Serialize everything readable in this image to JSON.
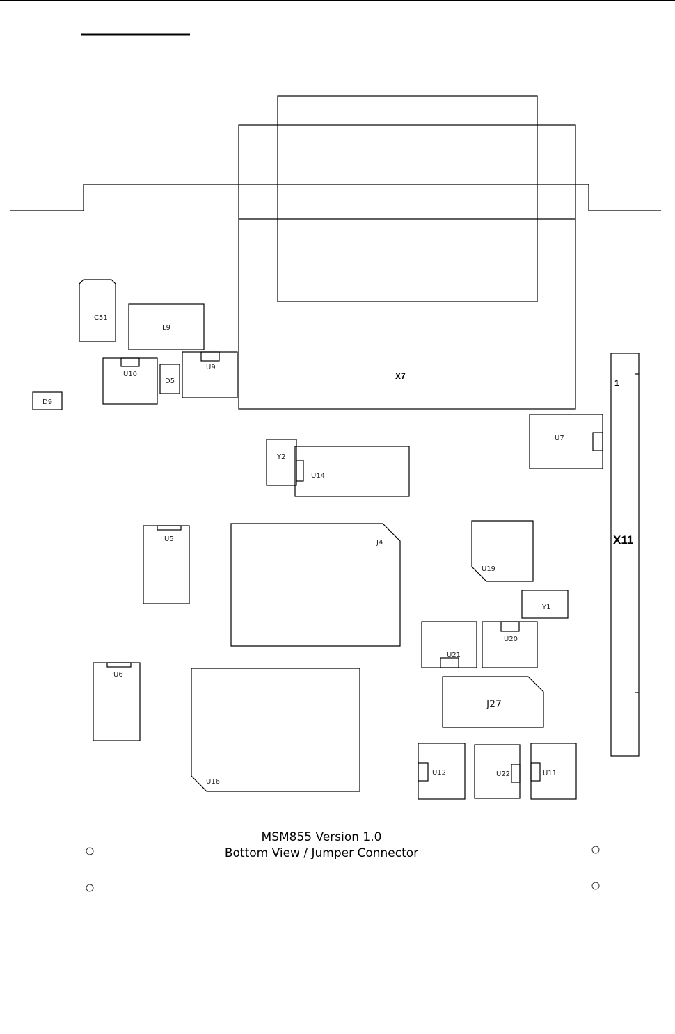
{
  "caption": {
    "line1": "MSM855 Version 1.0",
    "line2": "Bottom View / Jumper Connector"
  },
  "components": {
    "c51": "C51",
    "l9": "L9",
    "u10": "U10",
    "d5": "D5",
    "u9": "U9",
    "d9": "D9",
    "x7": "X7",
    "x11": "X11",
    "x11_pin1": "1",
    "u7": "U7",
    "y2": "Y2",
    "u14": "U14",
    "u5": "U5",
    "j4": "J4",
    "u19": "U19",
    "y1": "Y1",
    "u21": "U21",
    "u20": "U20",
    "u6": "U6",
    "j27": "J27",
    "u16": "U16",
    "u12": "U12",
    "u22": "U22",
    "u11": "U11"
  },
  "colors": {
    "line": "#000000",
    "background": "#ffffff",
    "text": "#222222"
  }
}
